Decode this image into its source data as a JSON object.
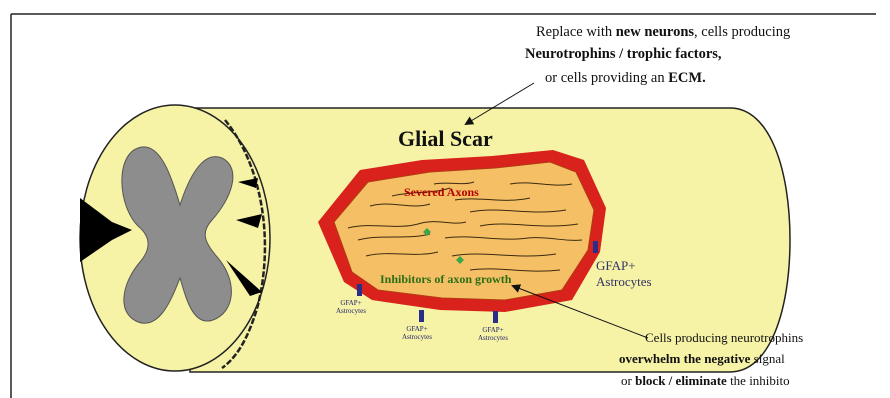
{
  "top_note": {
    "line1_pre": "Replace with ",
    "line1_bold": "new neurons",
    "line1_post": ", cells producing",
    "line2_bold": "Neurotrophins / trophic factors,",
    "line3_pre": "or cells providing an ",
    "line3_bold": "ECM."
  },
  "title": "Glial Scar",
  "severed_axons": "Severed Axons",
  "inhibitors": "Inhibitors of axon growth",
  "gfap_right": {
    "line1": "GFAP+",
    "line2": "Astrocytes"
  },
  "gfap_small": [
    {
      "line1": "GFAP+",
      "line2": "Astrocytes"
    },
    {
      "line1": "GFAP+",
      "line2": "Astrocytes"
    },
    {
      "line1": "GFAP+",
      "line2": "Astrocytes"
    }
  ],
  "bottom_note": {
    "line1": "Cells producing neurotrophins",
    "line2_bold": "overwhelm the negative",
    "line2_post": " signal",
    "line3_pre": "or ",
    "line3_bold": "block / eliminate",
    "line3_post": " the inhibito"
  },
  "colors": {
    "cylinder_fill": "#f6f3a6",
    "scar_red": "#d8221b",
    "scar_fill": "#f5c065",
    "grey_matter": "#8d8d8d",
    "astrocyte_marker": "#2a2e8a",
    "diamond_green": "#3da54a"
  }
}
